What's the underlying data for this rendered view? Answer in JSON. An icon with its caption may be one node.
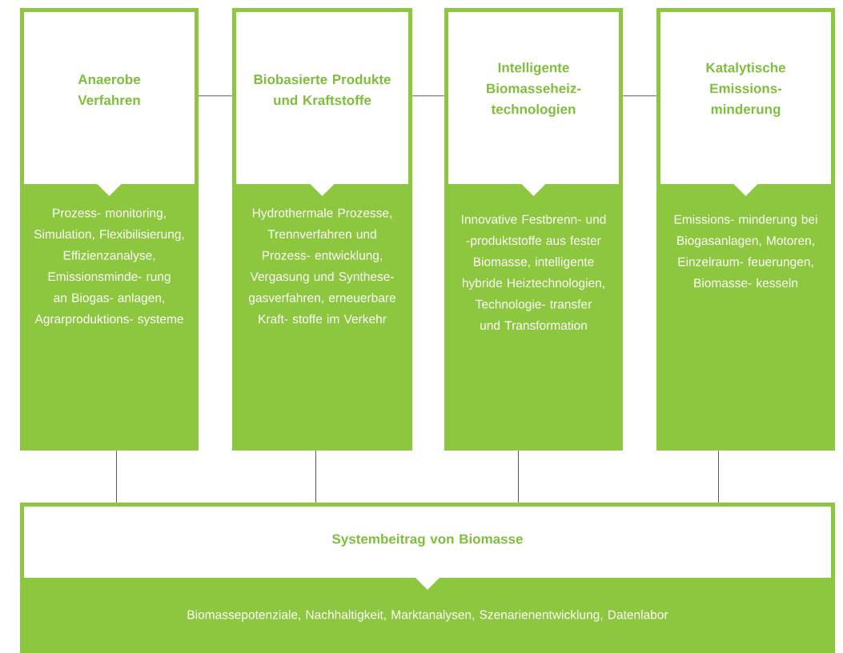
{
  "diagram": {
    "nodes": [
      {
        "text": [
          "Anaerobe Verfahren",
          "Prozess- monitoring, Simulation, Flexibilisierung, Effizienzanalyse, Emissionsminde- rung an Biogas- anlagen, Agrarproduktions- systeme"
        ]
      },
      {
        "text": [
          "Biobasierte Produkte und Kraftstoffe",
          "Hydrothermale Prozesse, Trennverfahren und Prozess- entwicklung, Vergasung und Synthese- gasverfahren, erneuerbare Kraft- stoffe im Verkehr"
        ]
      },
      {
        "text": [
          "Intelligente Biomasseheiz- technologien",
          "Innovative Festbrenn- und -produktstoffe aus fester Biomasse, intelligente hybride Heiztechnologien, Technologie- transfer und Transformation"
        ]
      },
      {
        "text": [
          "Katalytische Emissions- minderung",
          "Emissions- minderung bei Biogasanlagen, Motoren, Einzelraum- feuerungen, Biomasse- kesseln"
        ]
      },
      {
        "text": [
          "Systembeitrag von Biomasse",
          "Biomassepotenziale, Nachhaltigkeit, Marktanalysen, Szenarienentwicklung, Datenlabor"
        ]
      }
    ],
    "edges": [
      {
        "from": 0,
        "to": 1,
        "arrow": "none"
      },
      {
        "from": 1,
        "to": 2,
        "arrow": "none"
      },
      {
        "from": 2,
        "to": 3,
        "arrow": "none"
      },
      {
        "from": 0,
        "to": 4,
        "arrow": "none"
      },
      {
        "from": 1,
        "to": 4,
        "arrow": "none"
      },
      {
        "from": 2,
        "to": 4,
        "arrow": "none"
      },
      {
        "from": 3,
        "to": 4,
        "arrow": "none"
      }
    ]
  }
}
